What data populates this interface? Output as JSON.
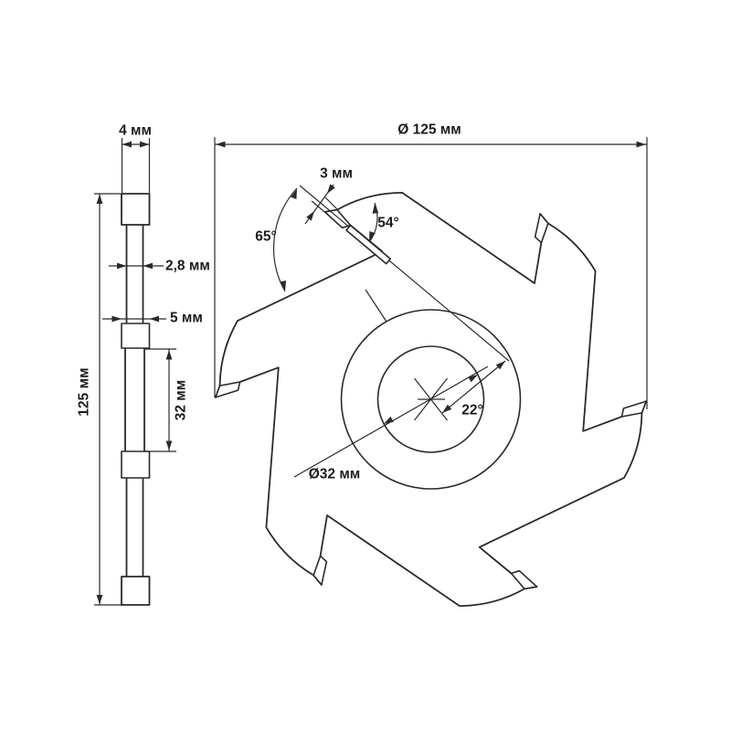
{
  "side_view": {
    "tooth_width": "4 мм",
    "plate_thickness": "2,8 мм",
    "hub_width": "5 мм",
    "bore_span": "32 мм",
    "diameter": "125 мм"
  },
  "front_view": {
    "outer_diameter": "Ø 125 мм",
    "tip_thickness": "3 мм",
    "tooth_angle": "54°",
    "clearance_angle": "65°",
    "rake_angle": "22°",
    "bore_diameter": "Ø32 мм"
  },
  "colors": {
    "line": "#2a2a2a",
    "text": "#1c1c1c",
    "background": "#ffffff"
  }
}
